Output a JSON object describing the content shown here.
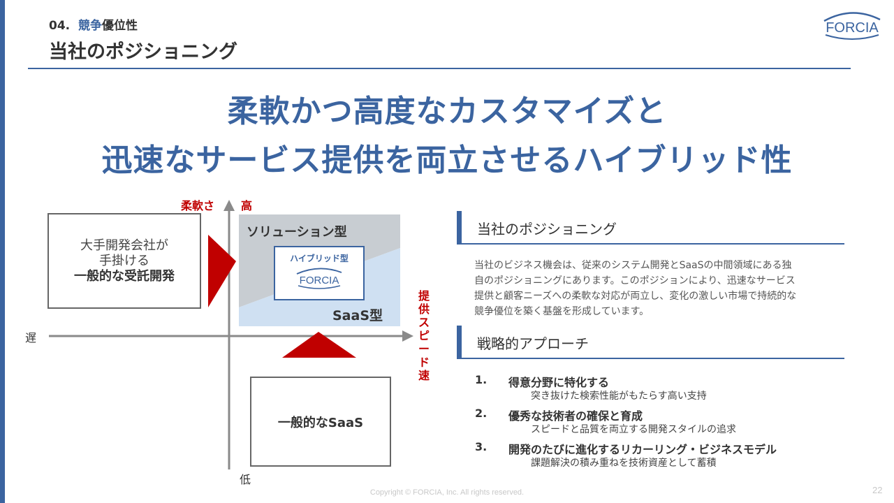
{
  "header": {
    "section_number": "04.",
    "section_accent": "競争",
    "section_rest": "優位性",
    "title": "当社のポジショニング",
    "logo_text": "FORCIA"
  },
  "headline": {
    "line1": "柔軟かつ高度なカスタマイズと",
    "line2": "迅速なサービス提供を両立させるハイブリッド性"
  },
  "chart": {
    "y_axis_label": "柔軟さ",
    "y_high": "高",
    "y_low": "低",
    "x_left": "遅",
    "x_axis_label": [
      "提",
      "供",
      "ス",
      "ピ",
      "ー",
      "ド",
      "速"
    ],
    "box_big_line1": "大手開発会社が",
    "box_big_line2": "手掛ける",
    "box_big_line3": "一般的な受託開発",
    "solution_label": "ソリューション型",
    "hybrid_label": "ハイブリッド型",
    "hybrid_logo": "FORCIA",
    "saas_label": "SaaS型",
    "box_saas": "一般的なSaaS",
    "colors": {
      "axis": "#888888",
      "arrow": "#c00000",
      "solution": "#c8cdd2",
      "saas": "#cfe0f2"
    }
  },
  "positioning": {
    "heading": "当社のポジショニング",
    "lines": [
      "当社のビジネス機会は、従来のシステム開発とSaaSの中間領域にある独",
      "自のポジショニングにあります。このポジションにより、迅速なサービス",
      "提供と顧客ニーズへの柔軟な対応が両立し、変化の激しい市場で持続的な",
      "競争優位を築く基盤を形成しています。"
    ]
  },
  "strategy": {
    "heading": "戦略的アプローチ",
    "items": [
      {
        "num": "1.",
        "title": "得意分野に特化する",
        "sub": "突き抜けた検索性能がもたらす高い支持"
      },
      {
        "num": "2.",
        "title": "優秀な技術者の確保と育成",
        "sub": "スピードと品質を両立する開発スタイルの追求"
      },
      {
        "num": "3.",
        "title": "開発のたびに進化するリカーリング・ビジネスモデル",
        "sub": "課題解決の積み重ねを技術資産として蓄積"
      }
    ]
  },
  "footer": {
    "copyright": "Copyright © FORCIA, Inc. All rights reserved.",
    "page": "22"
  }
}
